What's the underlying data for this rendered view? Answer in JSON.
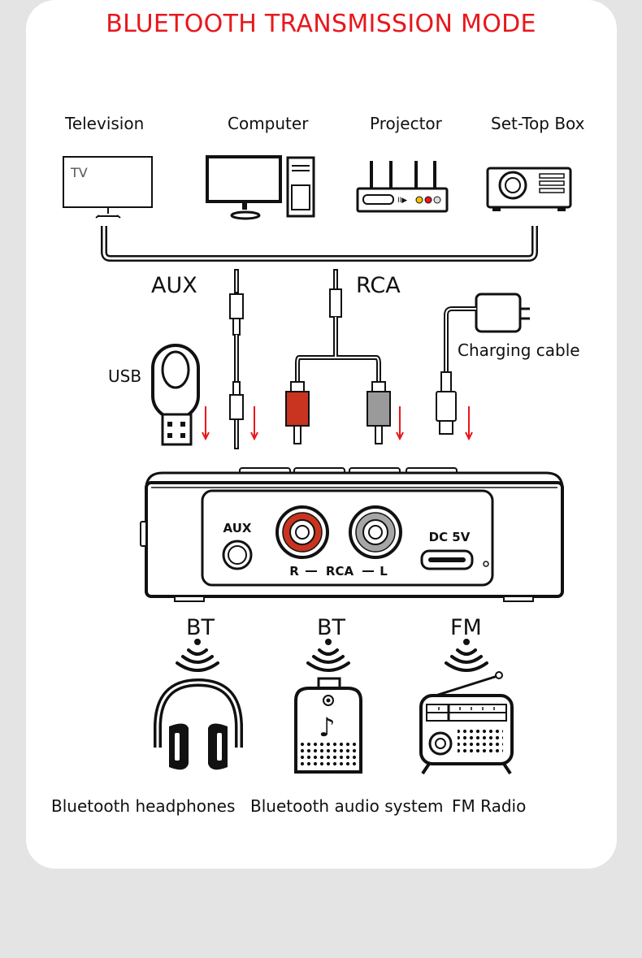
{
  "title": "BLUETOOTH TRANSMISSION MODE",
  "sources": {
    "television": "Television",
    "computer": "Computer",
    "projector": "Projector",
    "set_top_box": "Set-Top Box",
    "tv_screen_text": "TV"
  },
  "cables": {
    "aux": "AUX",
    "rca": "RCA",
    "usb": "USB",
    "charging": "Charging cable"
  },
  "device_panel": {
    "aux_port": "AUX",
    "rca_r": "R",
    "rca_label": "RCA",
    "rca_l": "L",
    "dc_port": "DC 5V"
  },
  "outputs": {
    "bt_1": "BT",
    "bt_2": "BT",
    "fm": "FM",
    "headphones": "Bluetooth headphones",
    "audio_system": "Bluetooth audio system",
    "fm_radio": "FM Radio"
  },
  "colors": {
    "title": "#e8171c",
    "rca_red": "#c8341f",
    "arrow": "#e8171c"
  }
}
